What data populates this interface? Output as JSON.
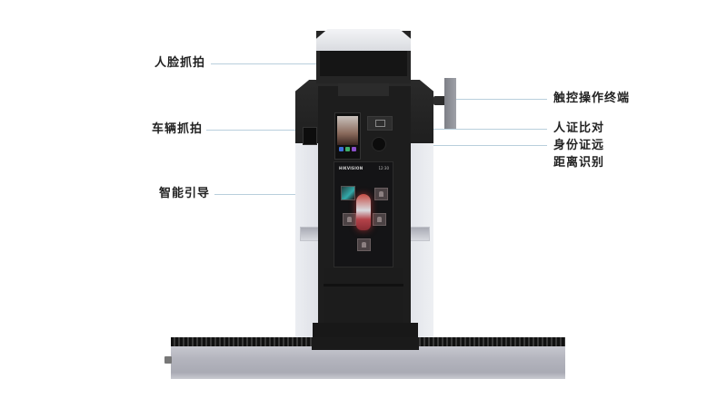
{
  "labels": {
    "face_capture": "人脸抓拍",
    "vehicle_capture": "车辆抓拍",
    "smart_guide": "智能引导",
    "touch_terminal": "触控操作终端",
    "id_verification": "人证比对",
    "id_remote_line1": "身份证远",
    "id_remote_line2": "距离识别"
  },
  "device": {
    "screen": {
      "brand": "HIKVISION",
      "time": "12:30"
    },
    "face_panel_buttons": [
      "#3f6fd9",
      "#3fae6a",
      "#8a4fc9"
    ],
    "colors": {
      "body_dark": "#1d1d1d",
      "body_light": "#e3e5ea",
      "accent_car": "#c44c43",
      "leader_line": "#b9cfdc"
    }
  }
}
